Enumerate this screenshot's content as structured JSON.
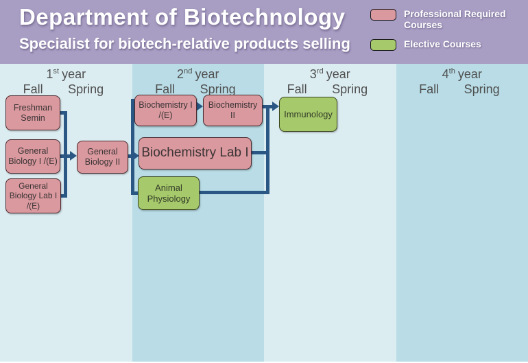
{
  "header": {
    "title": "Department of Biotechnology",
    "subtitle": "Specialist for biotech-relative products selling",
    "legend": {
      "required": {
        "label": "Professional Required Courses",
        "color": "#d9999e"
      },
      "elective": {
        "label": "Elective Courses",
        "color": "#a6ca6b"
      }
    }
  },
  "years": [
    {
      "number": "1",
      "suffix": "st",
      "word": "year",
      "fall": "Fall",
      "spring": "Spring"
    },
    {
      "number": "2",
      "suffix": "nd",
      "word": "year",
      "fall": "Fall",
      "spring": "Spring"
    },
    {
      "number": "3",
      "suffix": "rd",
      "word": "year",
      "fall": "Fall",
      "spring": "Spring"
    },
    {
      "number": "4",
      "suffix": "th",
      "word": "year",
      "fall": "Fall",
      "spring": "Spring"
    }
  ],
  "courses": {
    "freshman_semin": {
      "label": "Freshman Semin",
      "type": "required",
      "year": 1,
      "semester": "Fall"
    },
    "general_biology_1": {
      "label": "General Biology I /(E)",
      "type": "required",
      "year": 1,
      "semester": "Fall"
    },
    "general_biology_lab_1": {
      "label": "General Biology Lab I /(E)",
      "type": "required",
      "year": 1,
      "semester": "Fall"
    },
    "general_biology_2": {
      "label": "General Biology II",
      "type": "required",
      "year": 1,
      "semester": "Spring"
    },
    "biochemistry_1": {
      "label": "Biochemistry I /(E)",
      "type": "required",
      "year": 2,
      "semester": "Fall"
    },
    "biochemistry_2": {
      "label": "Biochemistry II",
      "type": "required",
      "year": 2,
      "semester": "Spring"
    },
    "biochemistry_lab_1": {
      "label": "Biochemistry Lab I",
      "type": "required",
      "year": 2,
      "semester": "Fall-Spring"
    },
    "animal_physiology": {
      "label": "Animal Physiology",
      "type": "elective",
      "year": 2,
      "semester": "Fall"
    },
    "immunology": {
      "label": "Immunology",
      "type": "elective",
      "year": 3,
      "semester": "Fall"
    }
  },
  "connections": [
    "freshman_semin -> general_biology_2",
    "general_biology_1 -> general_biology_2",
    "general_biology_lab_1 -> general_biology_2",
    "general_biology_2 -> biochemistry_1",
    "general_biology_2 -> biochemistry_lab_1",
    "general_biology_2 -> animal_physiology",
    "biochemistry_1 -> biochemistry_2",
    "biochemistry_2 -> immunology",
    "biochemistry_lab_1 -> immunology",
    "animal_physiology -> immunology"
  ],
  "colors": {
    "header_bg": "#a89dc3",
    "column_light": "#dcedf2",
    "column_dark": "#b9dce6",
    "connector": "#2a5784",
    "required_fill": "#d9999e",
    "elective_fill": "#a6ca6b"
  }
}
